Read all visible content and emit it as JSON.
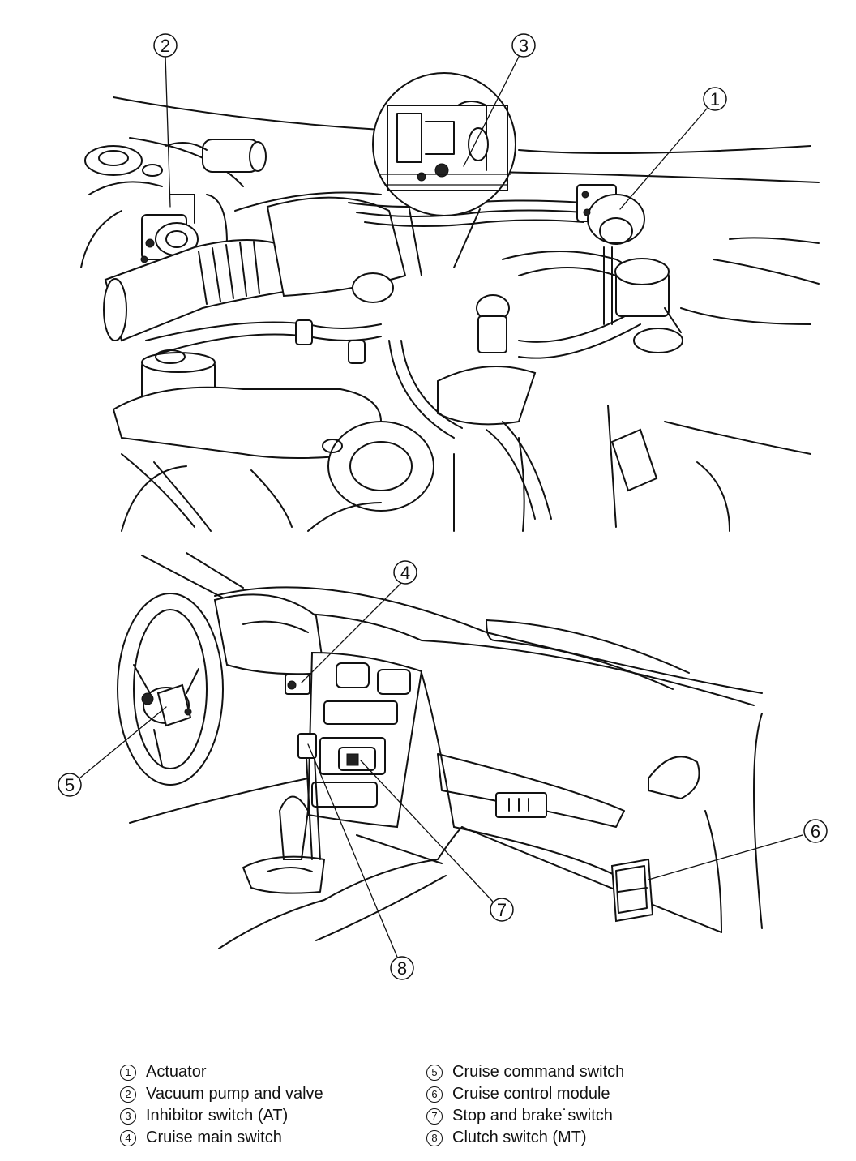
{
  "callouts": [
    {
      "id": "c1",
      "number": "1"
    },
    {
      "id": "c2",
      "number": "2"
    },
    {
      "id": "c3",
      "number": "3"
    },
    {
      "id": "c4",
      "number": "4"
    },
    {
      "id": "c5",
      "number": "5"
    },
    {
      "id": "c6",
      "number": "6"
    },
    {
      "id": "c7",
      "number": "7"
    },
    {
      "id": "c8",
      "number": "8"
    }
  ],
  "legend": [
    {
      "number": "1",
      "label": "Actuator"
    },
    {
      "number": "5",
      "label": "Cruise command switch"
    },
    {
      "number": "2",
      "label": "Vacuum pump and valve"
    },
    {
      "number": "6",
      "label": "Cruise control module"
    },
    {
      "number": "3",
      "label": "Inhibitor switch (AT)"
    },
    {
      "number": "7",
      "label": "Stop and brake˙switch"
    },
    {
      "number": "4",
      "label": "Cruise main switch"
    },
    {
      "number": "8",
      "label": "Clutch switch (MT)"
    }
  ]
}
